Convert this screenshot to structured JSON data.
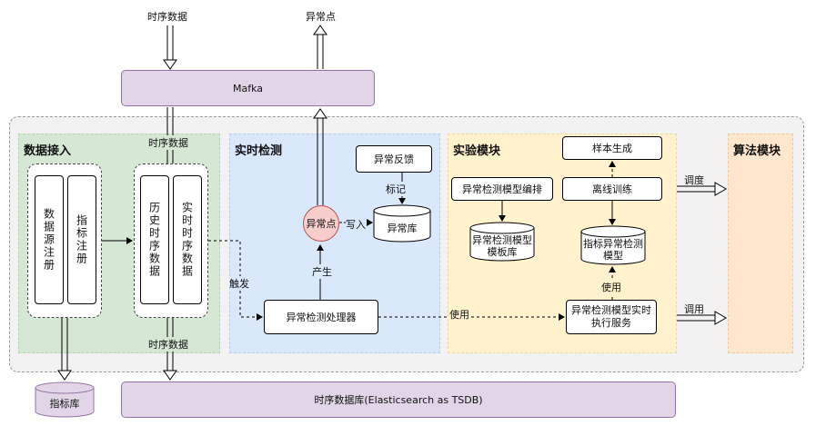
{
  "top": {
    "input_label": "时序数据",
    "output_label": "异常点",
    "mafka": "Mafka"
  },
  "bottom": {
    "metric_db": "指标库",
    "tsdb": "时序数据库(Elasticsearch as TSDB)"
  },
  "flow_labels": {
    "ts_data_top": "时序数据",
    "ts_data_bottom": "时序数据",
    "trigger": "触发",
    "produce": "产生",
    "write": "写入",
    "mark": "标记",
    "use_1": "使用",
    "use_2": "使用",
    "schedule": "调度",
    "invoke": "调用"
  },
  "data_ingest": {
    "title": "数据接入",
    "source_register": "数据源注册",
    "metric_register": "指标注册",
    "history_ts": "历史时序数据",
    "realtime_ts": "实时时序数据"
  },
  "realtime_detect": {
    "title": "实时检测",
    "anomaly_feedback": "异常反馈",
    "anomaly_point": "异常点",
    "anomaly_db": "异常库",
    "processor": "异常检测处理器"
  },
  "experiment": {
    "title": "实验模块",
    "sample_gen": "样本生成",
    "model_orchestrate": "异常检测模型编排",
    "offline_train": "离线训练",
    "model_template_db": "异常检测模型模板库",
    "metric_model": "指标异常检测模型",
    "model_service": "异常检测模型实时执行服务"
  },
  "algorithm": {
    "title": "算法模块"
  },
  "colors": {
    "purple_fill": "#e1d5e7",
    "green_panel": "#d5e8d4",
    "blue_panel": "#dae8fc",
    "yellow_panel": "#fff2cc",
    "orange_panel": "#ffe6cc",
    "anomaly_node": "#f8cecc"
  }
}
